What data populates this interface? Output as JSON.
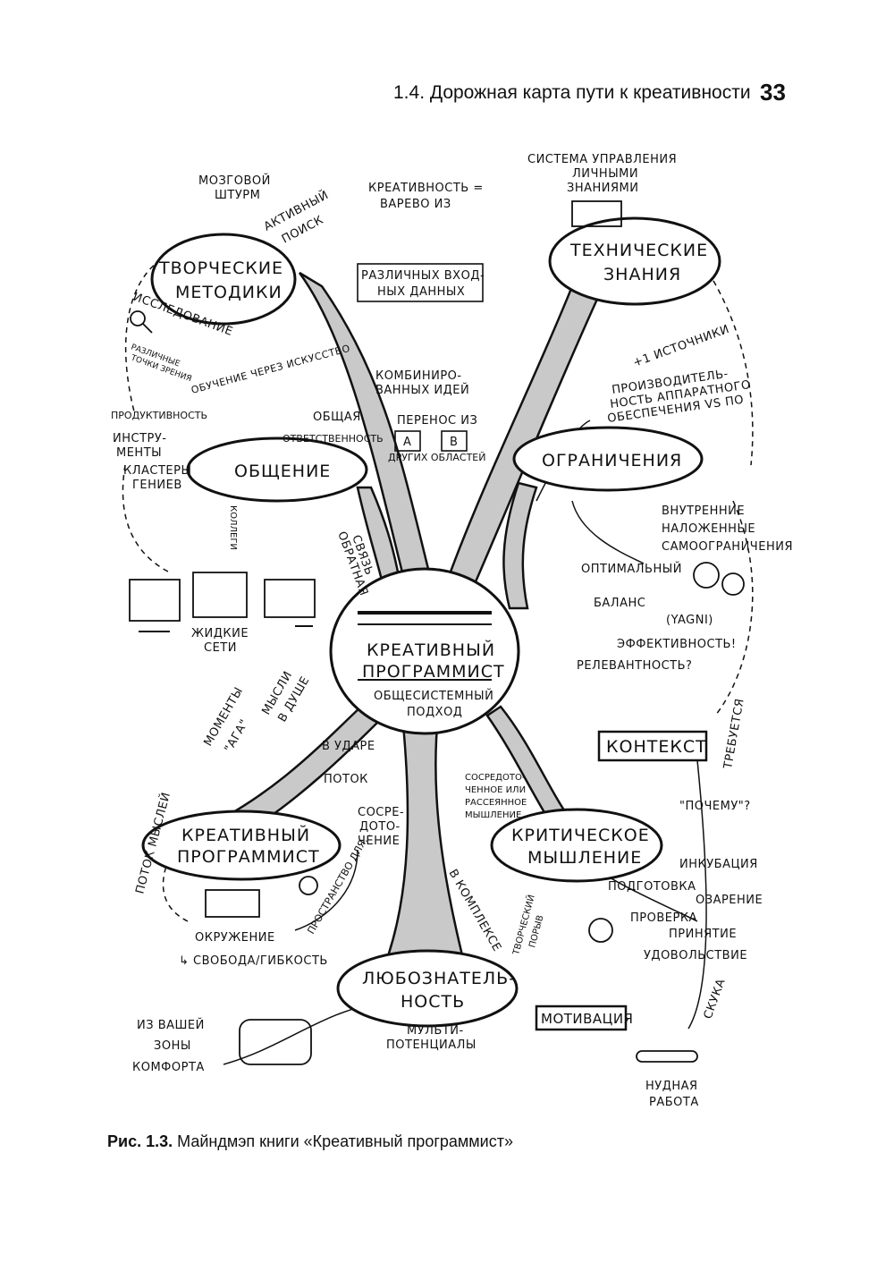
{
  "header": {
    "running_title": "1.4. Дорожная карта пути к креативности",
    "page_number": "33"
  },
  "caption": {
    "label": "Рис. 1.3.",
    "text": "Майндмэп книги «Креативный программист»"
  },
  "mindmap": {
    "center": {
      "line1": "КРЕАТИВНЫЙ",
      "line2": "ПРОГРАММИСТ",
      "sub1": "ОБЩЕСИСТЕМНЫЙ",
      "sub2": "ПОДХОД"
    },
    "nodes": {
      "methods1": "ТВОРЧЕСКИЕ",
      "methods2": "МЕТОДИКИ",
      "tech1": "ТЕХНИЧЕСКИЕ",
      "tech2": "ЗНАНИЯ",
      "comm": "ОБЩЕНИЕ",
      "limits": "ОГРАНИЧЕНИЯ",
      "crprog1": "КРЕАТИВНЫЙ",
      "crprog2": "ПРОГРАММИСТ",
      "crit1": "КРИТИЧЕСКОЕ",
      "crit2": "МЫШЛЕНИЕ",
      "curious1": "ЛЮБОЗНАТЕЛЬ-",
      "curious2": "НОСТЬ",
      "context": "КОНТЕКСТ",
      "motivation": "МОТИВАЦИЯ"
    },
    "labels": {
      "brainstorm1": "МОЗГОВОЙ",
      "brainstorm2": "ШТУРМ",
      "active1": "АКТИВНЫЙ",
      "active2": "ПОИСК",
      "brew1": "КРЕАТИВНОСТЬ =",
      "brew2": "ВАРЕВО ИЗ",
      "inputs1": "РАЗЛИЧНЫХ ВХОД-",
      "inputs2": "НЫХ ДАННЫХ",
      "pkm1": "СИСТЕМА УПРАВЛЕНИЯ",
      "pkm2": "ЛИЧНЫМИ",
      "pkm3": "ЗНАНИЯМИ",
      "research": "ИССЛЕДОВАНИЕ",
      "views1": "РАЗЛИЧНЫЕ",
      "views2": "ТОЧКИ ЗРЕНИЯ",
      "art": "ОБУЧЕНИЕ ЧЕРЕЗ ИСКУССТВО",
      "combo1": "КОМБИНИРО-",
      "combo2": "ВАННЫХ ИДЕЙ",
      "sources": "+1 ИСТОЧНИКИ",
      "perf1": "ПРОИЗВОДИТЕЛЬ-",
      "perf2": "НОСТЬ АППАРАТНОГО",
      "perf3": "ОБЕСПЕЧЕНИЯ VS ПО",
      "productivity": "ПРОДУКТИВНОСТЬ",
      "tools1": "ИНСТРУ-",
      "tools2": "МЕНТЫ",
      "shared1": "ОБЩАЯ",
      "shared2": "ОТВЕТСТВЕННОСТЬ",
      "transfer": "ПЕРЕНОС ИЗ",
      "other": "ДРУГИХ ОБЛАСТЕЙ",
      "boxA": "A",
      "boxB": "B",
      "clusters1": "КЛАСТЕРЫ",
      "clusters2": "ГЕНИЕВ",
      "colleagues": "КОЛЛЕГИ",
      "feedback1": "ОБРАТНАЯ",
      "feedback2": "СВЯЗЬ",
      "internal": "ВНУТРЕННИЕ",
      "imposed": "НАЛОЖЕННЫЕ",
      "self": "САМООГРАНИЧЕНИЯ",
      "opt": "ОПТИМАЛЬНЫЙ",
      "balance": "БАЛАНС",
      "yagni": "(YAGNI)",
      "eff": "ЭФФЕКТИВНОСТЬ!",
      "rel": "РЕЛЕВАНТНОСТЬ?",
      "liquid1": "ЖИДКИЕ",
      "liquid2": "СЕТИ",
      "moments1": "МОМЕНТЫ",
      "moments2": "\"АГА\"",
      "shower1": "МЫСЛИ",
      "shower2": "В ДУШЕ",
      "zone": "В УДАРЕ",
      "flow": "ПОТОК",
      "focus1": "СОСРЕ-",
      "focus2": "ДОТО-",
      "focus3": "ЧЕНИЕ",
      "focused1": "СОСРЕДОТО-",
      "focused2": "ЧЕННОЕ ИЛИ",
      "focused3": "РАССЕЯННОЕ",
      "focused4": "МЫШЛЕНИЕ",
      "required": "ТРЕБУЕТСЯ",
      "why": "\"ПОЧЕМУ\"?",
      "thoughtflow": "ПОТОК МЫСЛЕЙ",
      "space": "ПРОСТРАНСТВО ДЛЯ...",
      "env": "ОКРУЖЕНИЕ",
      "freedom": "↳ СВОБОДА/ГИБКОСТЬ",
      "complex": "В КОМПЛЕКСЕ",
      "burst1": "ТВОРЧЕСКИЙ",
      "burst2": "ПОРЫВ",
      "incubation": "ИНКУБАЦИЯ",
      "prep": "ПОДГОТОВКА",
      "insight": "ОЗАРЕНИЕ",
      "verif": "ПРОВЕРКА",
      "accept": "ПРИНЯТИЕ",
      "satisf": "УДОВОЛЬСТВИЕ",
      "comfort1": "ИЗ ВАШЕЙ",
      "comfort2": "ЗОНЫ",
      "comfort3": "КОМФОРТА",
      "multi1": "МУЛЬТИ-",
      "multi2": "ПОТЕНЦИАЛЫ",
      "boredom": "СКУКА",
      "dull1": "НУДНАЯ",
      "dull2": "РАБОТА"
    }
  }
}
